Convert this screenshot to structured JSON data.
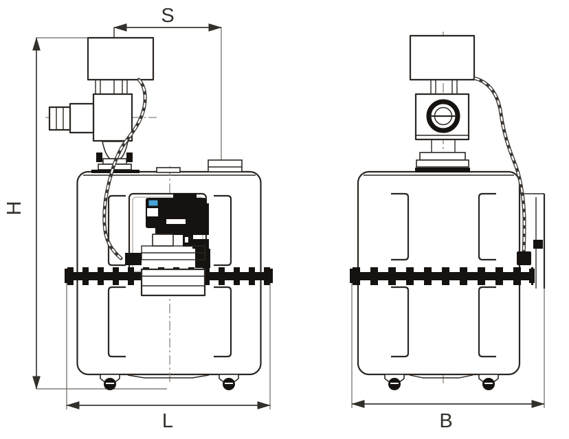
{
  "drawing": {
    "dimension_labels": {
      "span_top": "S",
      "height": "H",
      "length": "L",
      "depth": "B"
    },
    "colors": {
      "line": "#2b2622",
      "solid_black": "#151210",
      "accent_blue": "#4ba3d9",
      "centerline_gray": "#8a8580",
      "dimension_gray": "#3d3833",
      "background": "#ffffff"
    }
  }
}
